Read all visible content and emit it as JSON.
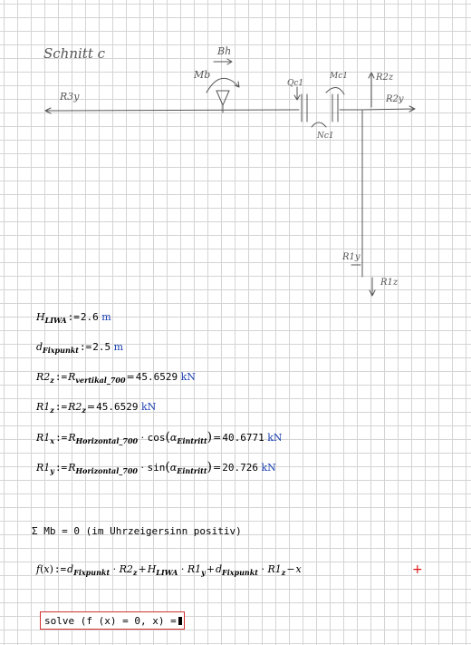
{
  "sketch": {
    "title": "Schnitt c",
    "labels": {
      "bh": "Bh",
      "mb": "Mb",
      "qc1": "Qc1",
      "mc1": "Mc1",
      "nc1": "Nc1",
      "r2z": "R2z",
      "r2y": "R2y",
      "r3y": "R3y",
      "r1y": "R1y",
      "r1z": "R1z"
    }
  },
  "equations": {
    "h_liwa": {
      "lhs": "H",
      "lhs_sub": "LIWA",
      "assign": ":=",
      "value": "2.6",
      "unit": "m"
    },
    "d_fix": {
      "lhs": "d",
      "lhs_sub": "Fixpunkt",
      "assign": ":=",
      "value": "2.5",
      "unit": "m"
    },
    "r2z": {
      "lhs": "R2",
      "lhs_sub": "z",
      "assign": ":=",
      "rhs": "R",
      "rhs_sub": "vertikal_700",
      "eq": "=",
      "value": "45.6529",
      "unit": "kN"
    },
    "r1z": {
      "lhs": "R1",
      "lhs_sub": "z",
      "assign": ":=",
      "rhs": "R2",
      "rhs_sub": "z",
      "eq": "=",
      "value": "45.6529",
      "unit": "kN"
    },
    "r1x": {
      "lhs": "R1",
      "lhs_sub": "x",
      "assign": ":=",
      "rhs": "R",
      "rhs_sub": "Horizontal_700",
      "func": "cos",
      "arg": "α",
      "arg_sub": "Eintritt",
      "eq": "=",
      "value": "40.6771",
      "unit": "kN"
    },
    "r1y": {
      "lhs": "R1",
      "lhs_sub": "y",
      "assign": ":=",
      "rhs": "R",
      "rhs_sub": "Horizontal_700",
      "func": "sin",
      "arg": "α",
      "arg_sub": "Eintritt",
      "eq": "=",
      "value": "20.726",
      "unit": "kN"
    }
  },
  "note": "Σ Mb = 0  (im Uhrzeigersinn positiv)",
  "function_def": {
    "name": "f",
    "var": "x",
    "assign": ":=",
    "t1_factor": "d",
    "t1_factor_sub": "Fixpunkt",
    "t1_var": "R2",
    "t1_var_sub": "z",
    "plus": "+",
    "t2_factor": "H",
    "t2_factor_sub": "LIWA",
    "t2_var": "R1",
    "t2_var_sub": "y",
    "t3_factor": "d",
    "t3_factor_sub": "Fixpunkt",
    "t3_var": "R1",
    "t3_var_sub": "z",
    "minus": "−"
  },
  "solve": {
    "text": "solve (f (x) = 0, x) ="
  },
  "marker": "+"
}
